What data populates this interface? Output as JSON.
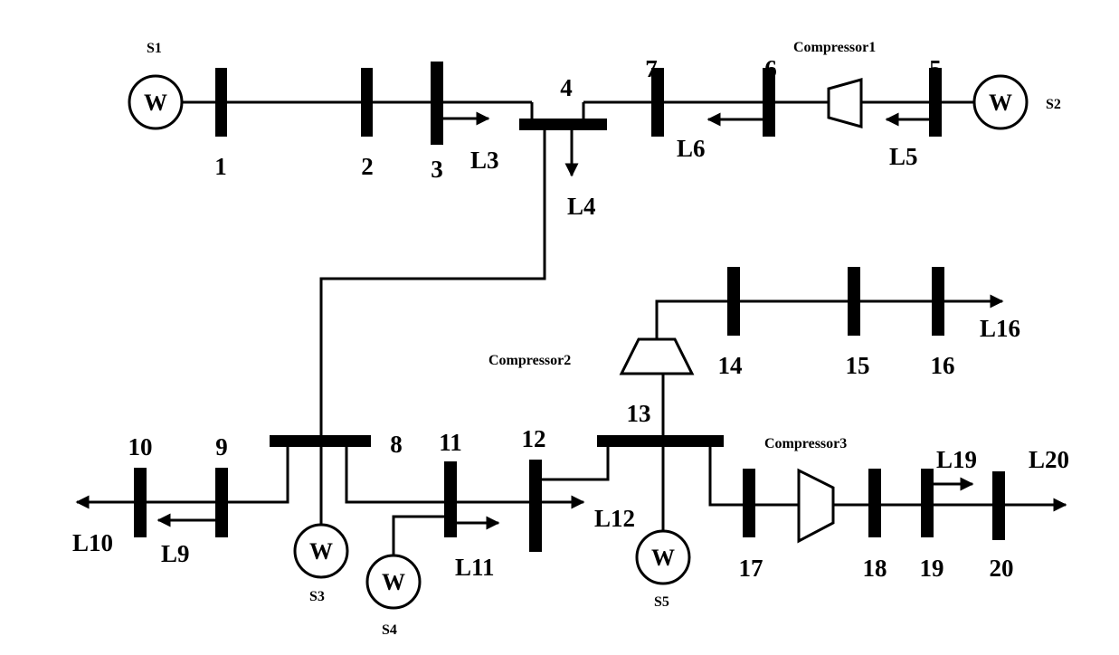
{
  "nodes": [
    "1",
    "2",
    "3",
    "4",
    "5",
    "6",
    "7",
    "8",
    "9",
    "10",
    "11",
    "12",
    "13",
    "14",
    "15",
    "16",
    "17",
    "18",
    "19",
    "20"
  ],
  "loads": [
    "L3",
    "L4",
    "L5",
    "L6",
    "L9",
    "L10",
    "L11",
    "L12",
    "L16",
    "L19",
    "L20"
  ],
  "sources": [
    "S1",
    "S2",
    "S3",
    "S4",
    "S5"
  ],
  "source_symbol": "W",
  "compressors": [
    "Compressor1",
    "Compressor2",
    "Compressor3"
  ]
}
